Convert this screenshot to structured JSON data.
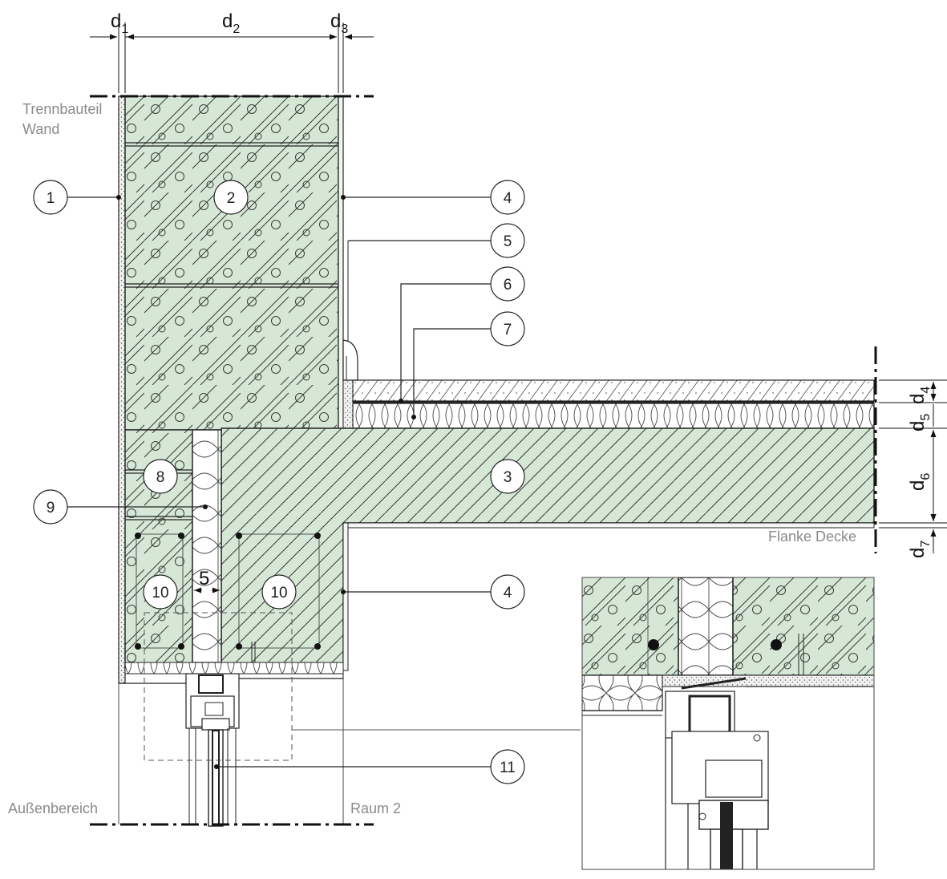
{
  "labels": {
    "wall": [
      "Trennbauteil",
      "Wand"
    ],
    "ceiling": "Flanke Decke",
    "outside": "Außenbereich",
    "room": "Raum 2"
  },
  "dimensions": {
    "d1": [
      "d",
      "1"
    ],
    "d2": [
      "d",
      "2"
    ],
    "d3": [
      "d",
      "3"
    ],
    "d4": [
      "d",
      "4"
    ],
    "d5": [
      "d",
      "5"
    ],
    "d6": [
      "d",
      "6"
    ],
    "d7": [
      "d",
      "7"
    ],
    "gap": "5"
  },
  "callouts": [
    "1",
    "2",
    "3",
    "4",
    "4",
    "5",
    "6",
    "7",
    "8",
    "9",
    "10",
    "10",
    "11"
  ],
  "colors": {
    "concrete": "#d6e8d5",
    "line": "#222222",
    "label_gray": "#8a8a8a"
  }
}
